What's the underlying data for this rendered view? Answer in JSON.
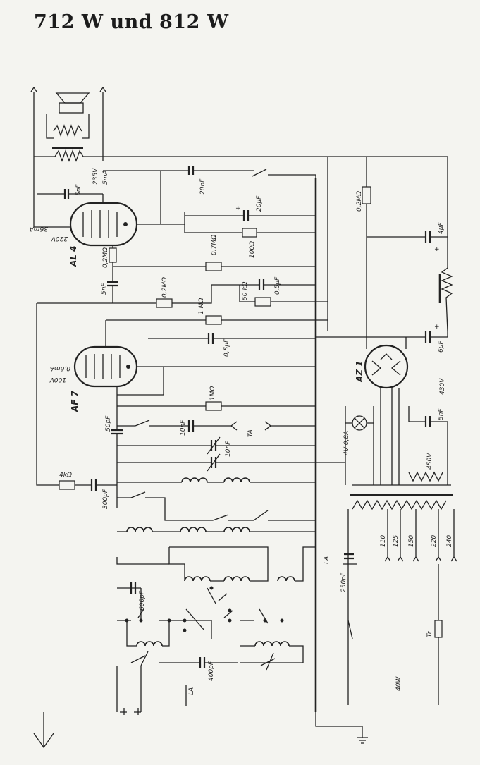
{
  "title": "712 W und 812 W",
  "tubes": [
    "AL 4",
    "AF 7",
    "AZ 1"
  ],
  "components": {
    "c_5nF_top": "5nF",
    "c_20nF": "20nF",
    "c_20uF": "20µF",
    "r_100ohm": "100Ω",
    "r_07M": "0,7MΩ",
    "r_02M_al4": "0,2MΩ",
    "c_5nF_mid": "5nF",
    "r_02M_mid": "0,2MΩ",
    "r_50k": "50 kΩ",
    "c_05uF_a": "0,5µF",
    "r_1M_a": "1 MΩ",
    "c_05uF_b": "0,5µF",
    "r_1M_b": "1MΩ",
    "c_10nF": "10nF",
    "ta": "TA",
    "c_50pF": "50pF",
    "r_4k": "4kΩ",
    "c_300pF": "300pF",
    "c_600pF": "600pF",
    "c_400pF": "400pF",
    "la_bottom": "LA",
    "la_mid": "LA",
    "c_250pF": "250pF",
    "r_02M_right": "0,2MΩ",
    "c_4uF": "4µF",
    "c_6uF": "6µF",
    "c_5nF_right": "5nF",
    "v_430": "430V",
    "v_450": "450V",
    "lamp": "4V 0,8A",
    "tr": "Tr",
    "power": "40W"
  },
  "al4_ratings": [
    "36mA",
    "220V"
  ],
  "af7_ratings": [
    "0,6mA",
    "100V"
  ],
  "speaker_ratings": [
    "235V",
    "5mA"
  ],
  "mains_taps": [
    "110",
    "125",
    "150",
    "220",
    "240"
  ]
}
